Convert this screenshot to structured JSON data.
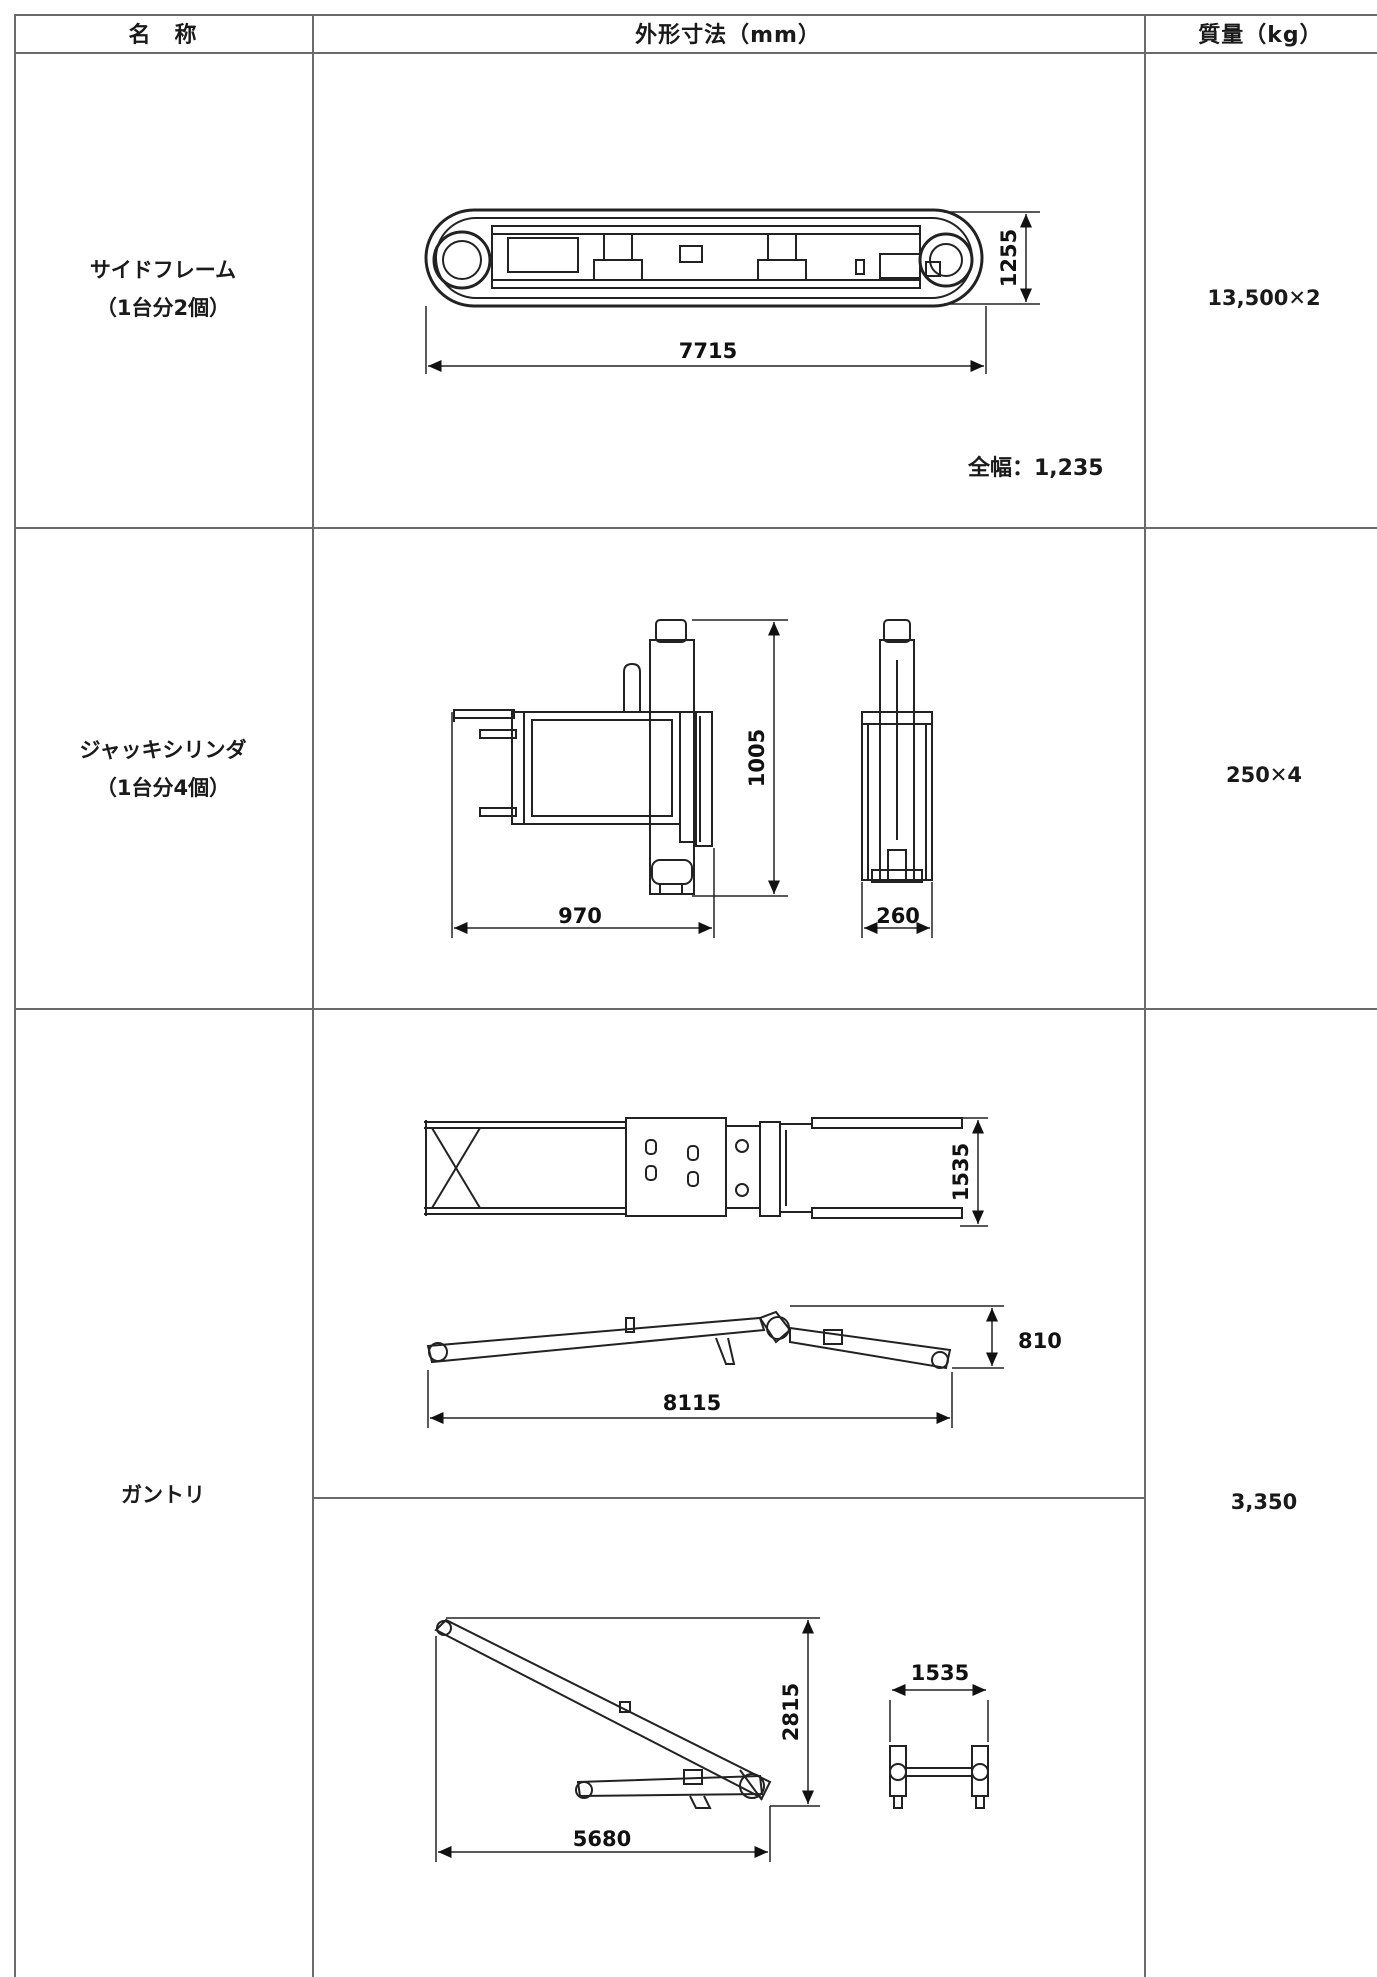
{
  "header": {
    "name": "名　称",
    "dimensions": "外形寸法（mm）",
    "mass": "質量（kg）"
  },
  "rows": [
    {
      "name_line1": "サイドフレーム",
      "name_line2": "（1台分2個）",
      "dims": {
        "length": "7715",
        "height": "1255"
      },
      "note": "全幅：1,235",
      "mass": "13,500✕2"
    },
    {
      "name_line1": "ジャッキシリンダ",
      "name_line2": "（1台分4個）",
      "dims": {
        "width": "970",
        "height": "1005",
        "side_width": "260"
      },
      "mass": "250✕4"
    },
    {
      "name_line1": "ガントリ",
      "dims": {
        "top_width": "1535",
        "side_height": "810",
        "side_length": "8115",
        "raised_height": "2815",
        "raised_length": "5680",
        "end_width": "1535"
      },
      "mass": "3,350"
    }
  ]
}
